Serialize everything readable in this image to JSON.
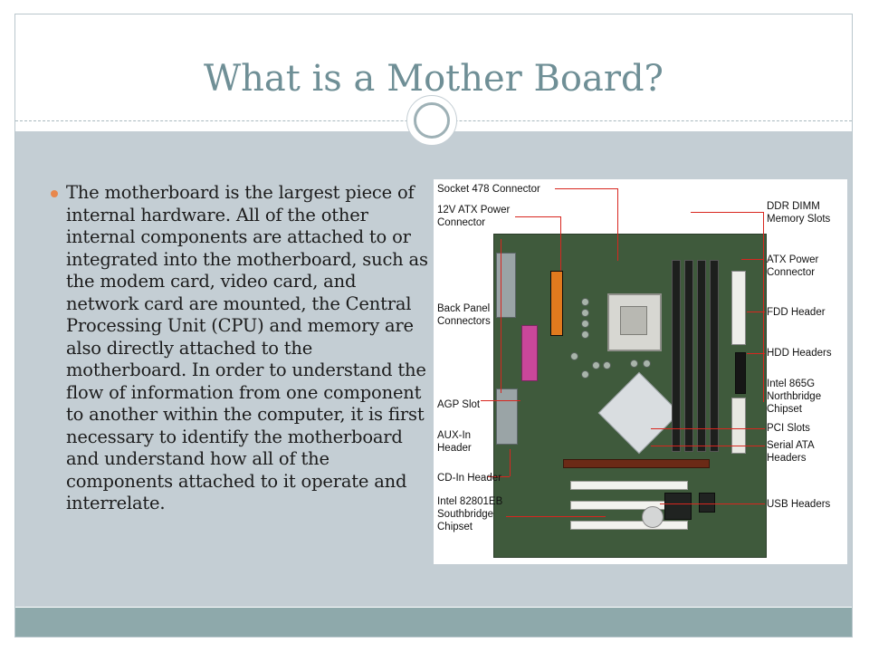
{
  "slide": {
    "title": "What is a Mother Board?",
    "body": "The motherboard is the largest piece of internal hardware. All of the other internal components are attached to or integrated into the motherboard, such as the modem card, video card, and network card are mounted, the Central Processing Unit (CPU) and memory are also directly attached to the motherboard. In order to understand the flow of information from one component to another within the computer, it is first necessary to identify the motherboard and understand how all of the components attached to it operate and interrelate."
  },
  "figure": {
    "labels": {
      "socket": "Socket 478 Connector",
      "atx12v": "12V ATX Power\nConnector",
      "backpanel": "Back Panel\nConnectors",
      "agp": "AGP Slot",
      "auxin": "AUX-In\nHeader",
      "cdin": "CD-In Header",
      "southbridge": "Intel 82801EB\nSouthbridge\nChipset",
      "dimm": "DDR DIMM\nMemory Slots",
      "atxpower": "ATX Power\nConnector",
      "fdd": "FDD Header",
      "hdd": "HDD Headers",
      "northbridge": "Intel 865G\nNorthbridge\nChipset",
      "pci": "PCI Slots",
      "sata": "Serial ATA\nHeaders",
      "usb": "USB Headers"
    }
  },
  "colors": {
    "title": "#6f8f96",
    "content_band": "#c4ced4",
    "footer_band": "#8ea9ab",
    "bullet": "#e8874c",
    "leader_lines": "#d8261f",
    "board": "#3f5a3c"
  }
}
